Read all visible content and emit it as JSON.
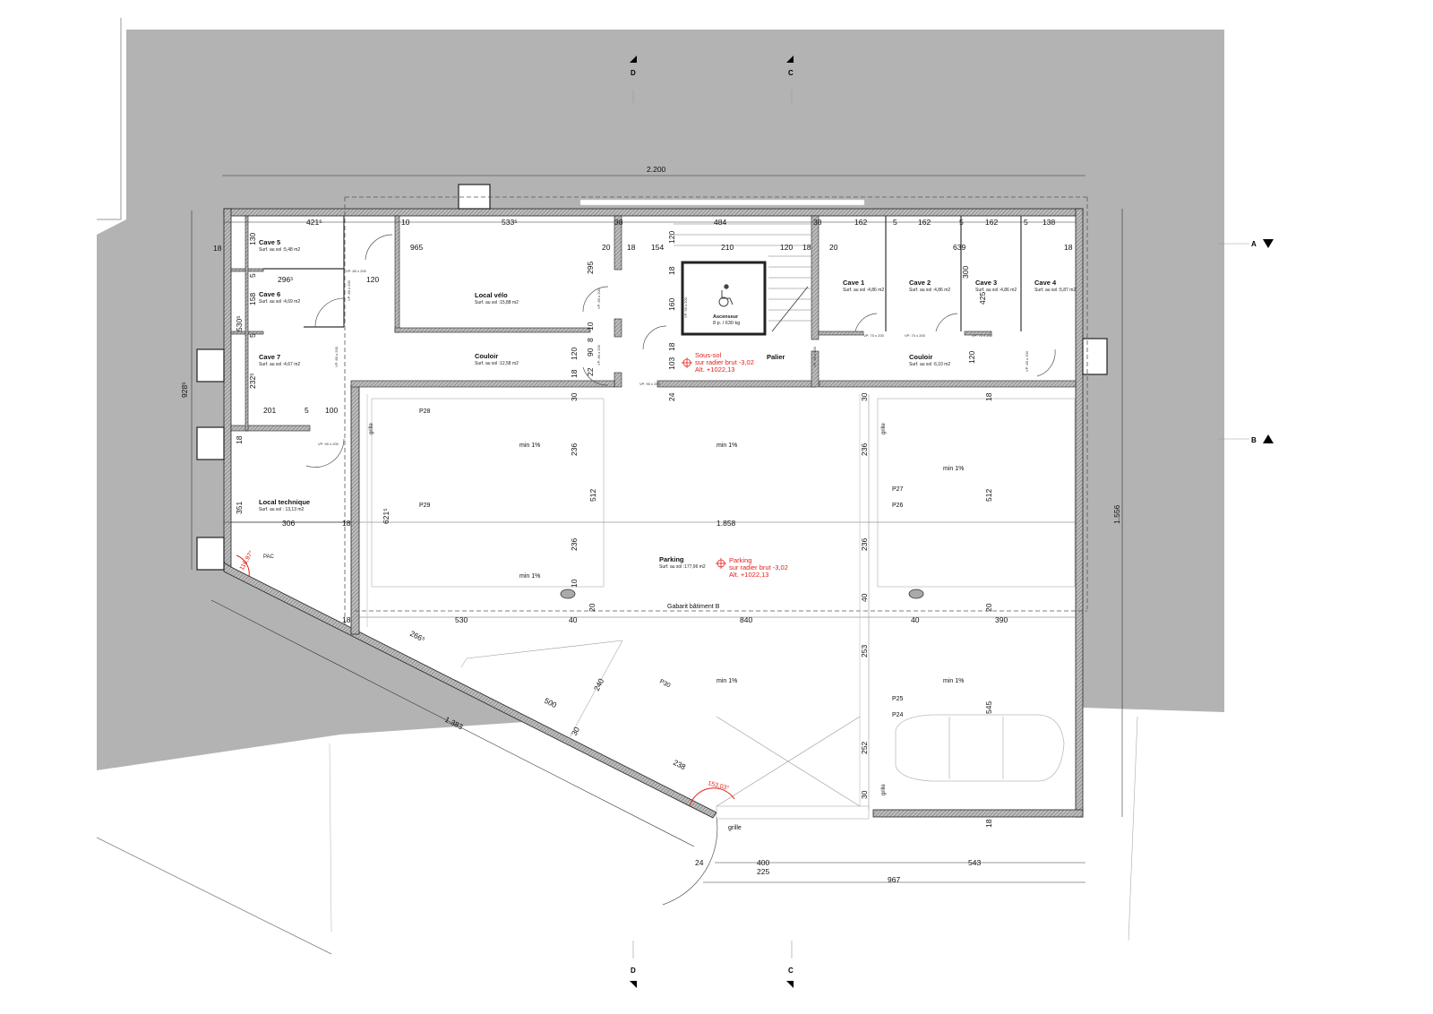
{
  "overall": {
    "top_width": "2.200",
    "left_height": "928⁵",
    "right_height": "1.556",
    "diag_length": "1.383",
    "bottom_total": "967",
    "bottom_a": "400",
    "bottom_b": "543",
    "bottom_c": "225",
    "bottom_d": "24"
  },
  "sections": {
    "A": "A",
    "B": "B",
    "C": "C",
    "D": "D"
  },
  "rooms": {
    "cave5": {
      "name": "Cave 5",
      "area": "Surf. au sol :5,48 m2"
    },
    "cave6": {
      "name": "Cave 6",
      "area": "Surf. au sol :4,69 m2"
    },
    "cave7": {
      "name": "Cave 7",
      "area": "Surf. au sol :4,67 m2"
    },
    "local_velo": {
      "name": "Local vélo",
      "area": "Surf. au sol :15,88 m2"
    },
    "couloir_left": {
      "name": "Couloir",
      "area": "Surf. au sol :12,58 m2"
    },
    "ascenseur": {
      "name": "Ascenseur",
      "area": "8 p. / 630 kg"
    },
    "palier": {
      "name": "Palier"
    },
    "cave1": {
      "name": "Cave 1",
      "area": "Surf. au sol :4,86 m2"
    },
    "cave2": {
      "name": "Cave 2",
      "area": "Surf. au sol :4,86 m2"
    },
    "cave3": {
      "name": "Cave 3",
      "area": "Surf. au sol :4,86 m2"
    },
    "cave4": {
      "name": "Cave 4",
      "area": "Surf. au sol :5,87 m2"
    },
    "couloir_right": {
      "name": "Couloir",
      "area": "Surf. au sol :6,10 m2"
    },
    "local_tech": {
      "name": "Local technique",
      "area": "Surf. au sol :   13,13 m2"
    },
    "pac": {
      "name": "PAC"
    },
    "parking": {
      "name": "Parking",
      "area": "Surf. au sol :177,96 m2"
    }
  },
  "levels": {
    "soussol": [
      "Sous-sol",
      "sur radier brut -3,02",
      "Alt. +1022,13"
    ],
    "parking": [
      "Parking",
      "sur radier brut -3,02",
      "Alt. +1022,13"
    ]
  },
  "parking_spots": {
    "p28": "P28",
    "p29": "P29",
    "p27": "P27",
    "p26": "P26",
    "p25": "P25",
    "p24": "P24",
    "p30": "P30"
  },
  "slopes": {
    "label": "min 1%"
  },
  "grille": "grille",
  "gabarit": "Gabarit bâtiment B",
  "angles": {
    "a1": "116,97°",
    "a2": "153,03°"
  },
  "doors": {
    "d80": "VP: 80 x 200",
    "d70": "VP: 70 x 200",
    "d90": "VP: 90 x 200"
  },
  "dims": {
    "t_4215": "421⁵",
    "t_10": "10",
    "t_5335": "533⁵",
    "t_38a": "38",
    "t_484": "484",
    "t_38b": "38",
    "t_162a": "162",
    "t_5a": "5",
    "t_162b": "162",
    "t_5b": "5",
    "t_162c": "162",
    "t_5c": "5",
    "t_138": "138",
    "r_18a": "18",
    "r_130": "130",
    "r_965": "965",
    "r_20a": "20",
    "r_18b": "18",
    "r_154": "154",
    "r_120a": "120",
    "r_210": "210",
    "r_120b": "120",
    "r_18c": "18",
    "r_20b": "20",
    "r_639": "639",
    "r_18d": "18",
    "r_2965": "296⁵",
    "r_5a": "5",
    "r_120c": "120",
    "r_295": "295",
    "r_18e": "18",
    "r_158": "158",
    "r_300": "300",
    "r_425": "425",
    "r_160": "160",
    "r_5305": "530⁵",
    "r_5b": "5",
    "r_10": "10",
    "r_8": "8",
    "r_2325": "232⁵",
    "r_120d": "120",
    "r_90": "90",
    "r_18f": "18",
    "r_103": "103",
    "r_120e": "120",
    "r_22": "22",
    "r_18g": "18",
    "r_201": "201",
    "r_5c": "5",
    "r_100": "100",
    "r_30a": "30",
    "r_24": "24",
    "r_30b": "30",
    "r_18h": "18",
    "r_18i": "18",
    "p_236a": "236",
    "p_512a": "512",
    "p_236b": "236",
    "p_512b": "512",
    "p_6215": "621⁵",
    "p_1858": "1.858",
    "p_351": "351",
    "p_306": "306",
    "p_18": "18",
    "p_236c": "236",
    "p_236d": "236",
    "p_10": "10",
    "p_40a": "40",
    "p_20a": "20",
    "p_20b": "20",
    "p_18j": "18",
    "p_530": "530",
    "p_40b": "40",
    "p_840": "840",
    "p_40c": "40",
    "p_390": "390",
    "p_2665": "266⁵",
    "p_500": "500",
    "p_240": "240",
    "p_30c": "30",
    "p_238": "238",
    "p_253": "253",
    "p_545": "545",
    "p_252": "252",
    "p_30d": "30",
    "p_18k": "18"
  }
}
